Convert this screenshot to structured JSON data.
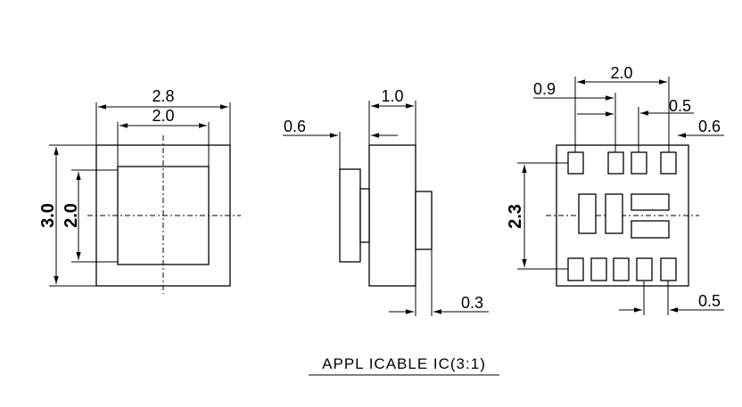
{
  "title": "APPL ICABLE IC(3:1)",
  "top_view": {
    "width_outer": "2.8",
    "width_inner": "2.0",
    "height_outer": "3.0",
    "height_inner": "2.0"
  },
  "side_view": {
    "top_width": "1.0",
    "left_gap": "0.6",
    "bottom_gap": "0.3"
  },
  "footprint": {
    "span_top": "2.0",
    "left_pitch": "0.9",
    "pad_pitch": "0.5",
    "right_gap": "0.6",
    "height": "2.3",
    "bottom_pitch": "0.5"
  }
}
